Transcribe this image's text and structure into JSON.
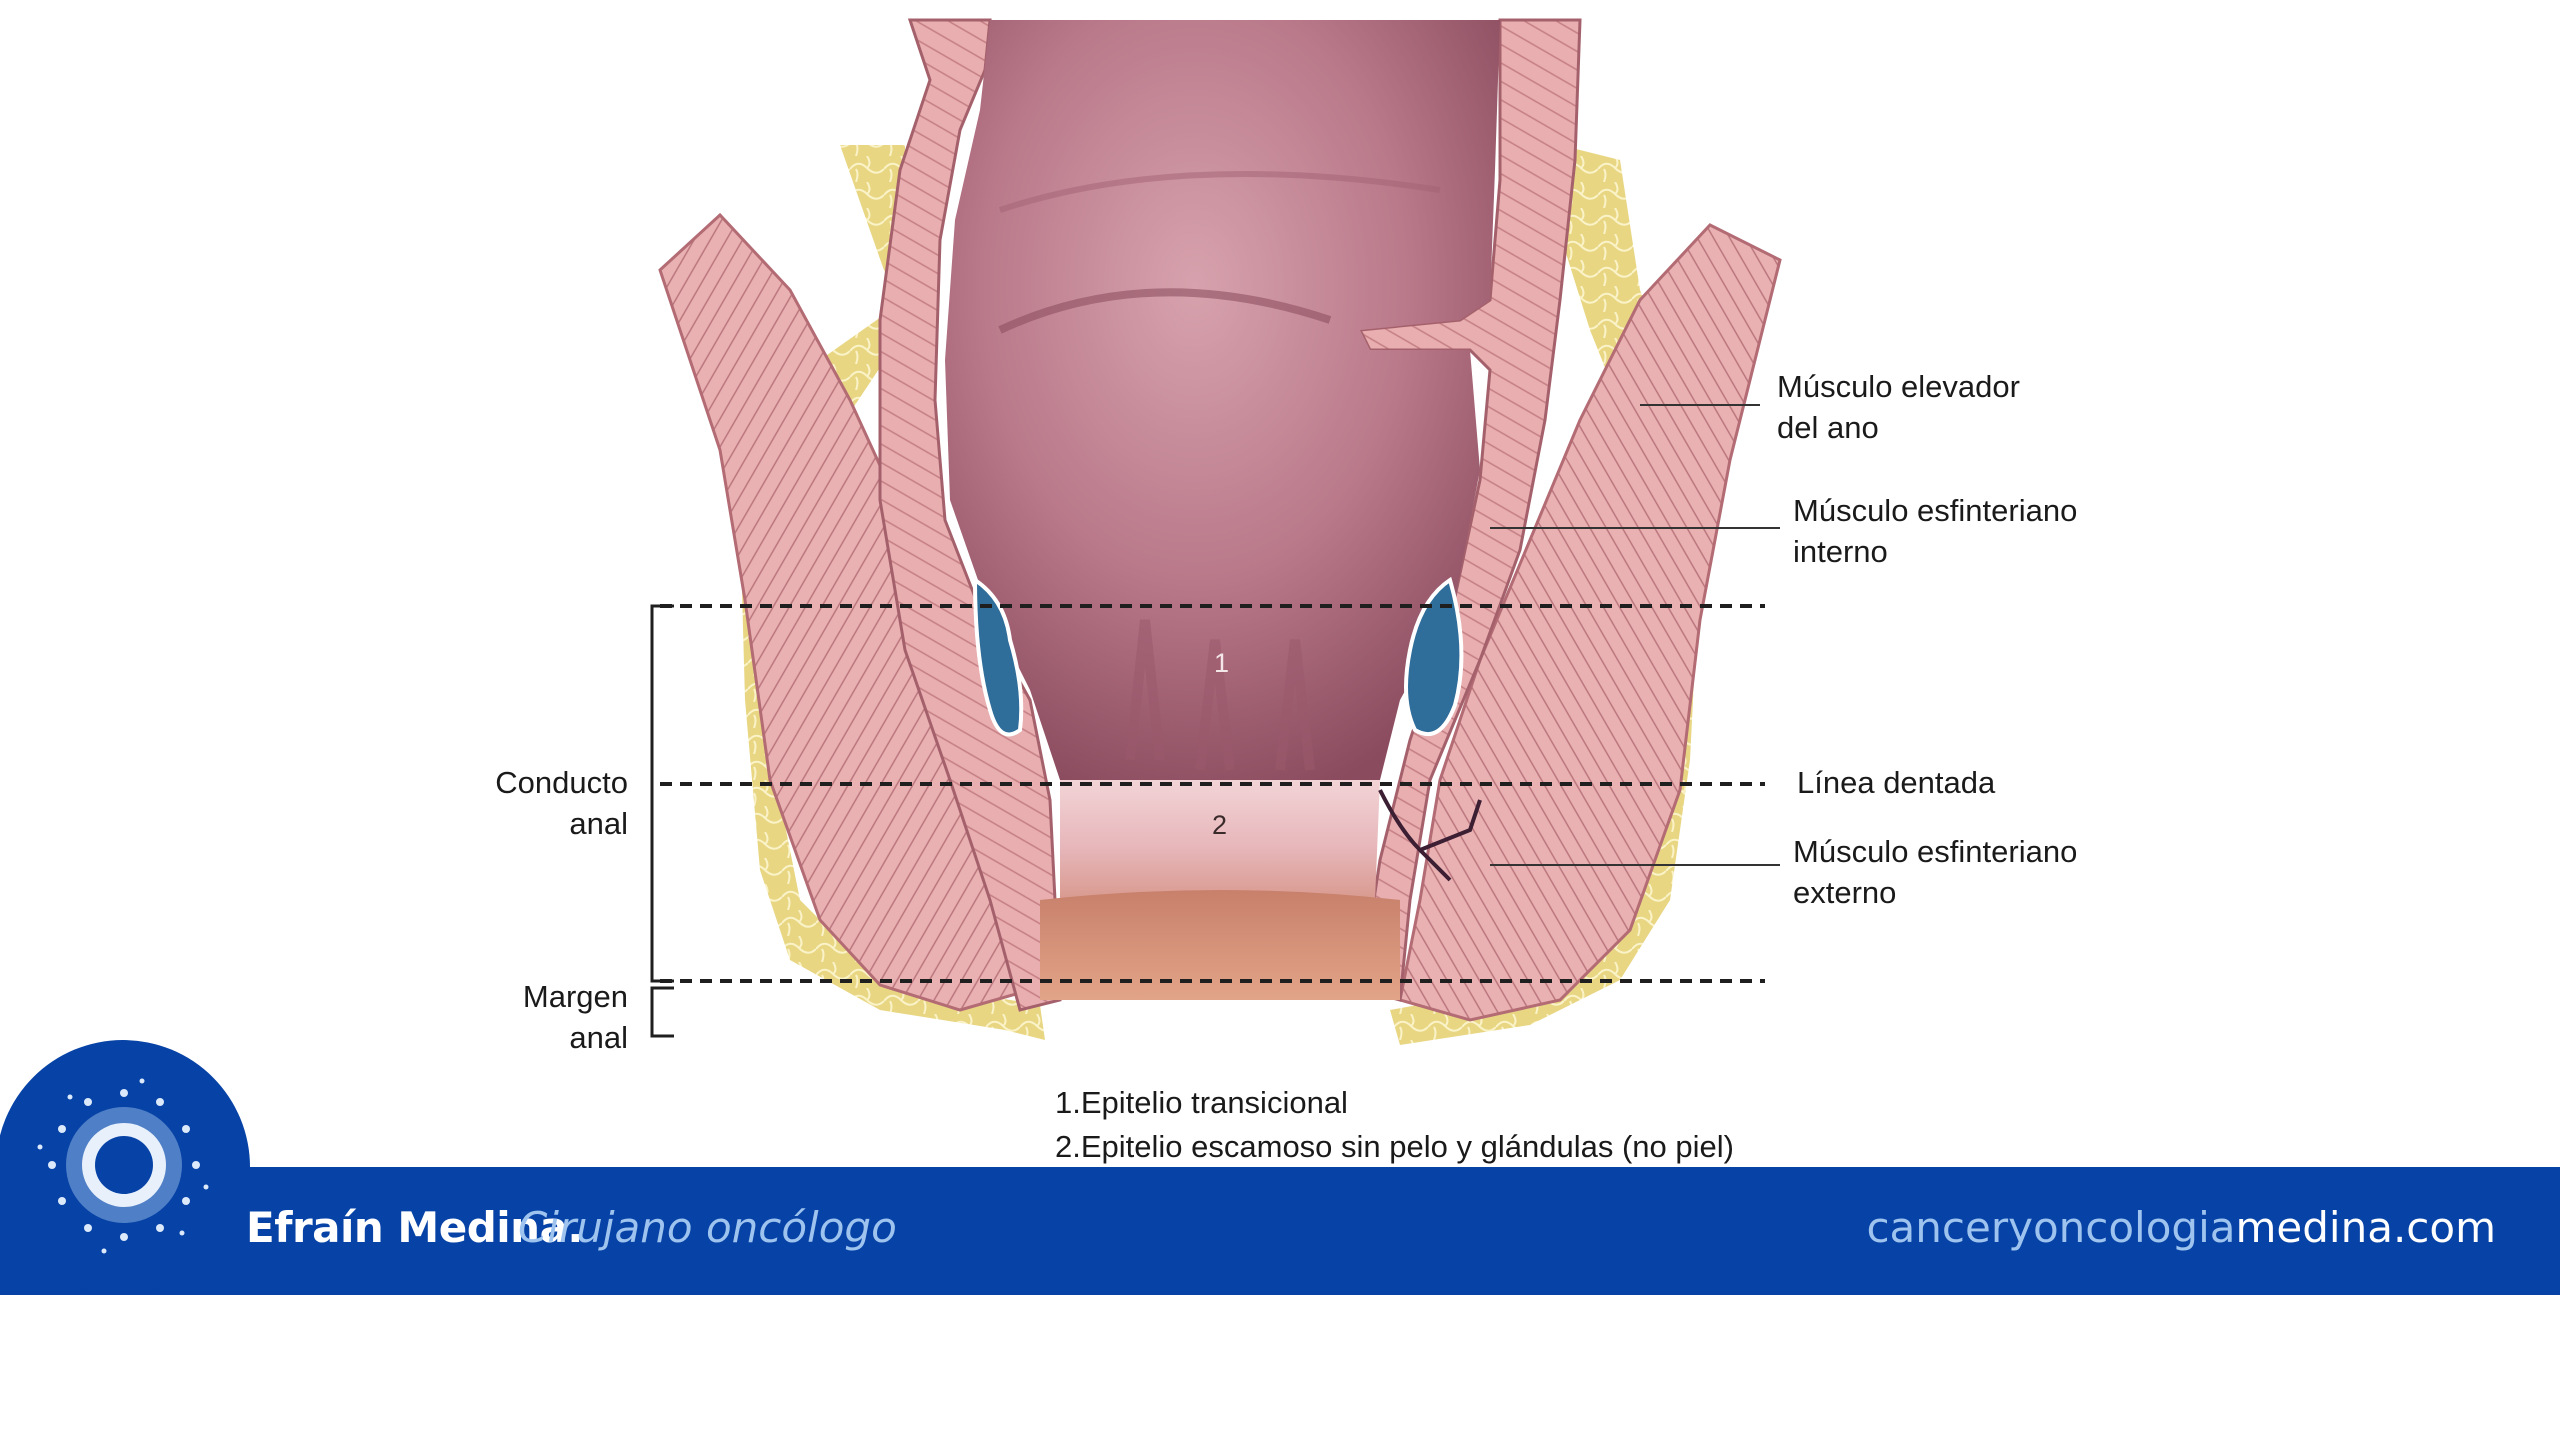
{
  "labels": {
    "levator": [
      "Músculo elevador",
      "del ano"
    ],
    "internal_sphincter": [
      "Músculo esfinteriano",
      "interno"
    ],
    "dentate_line": "Línea dentada",
    "external_sphincter": [
      "Músculo esfinteriano",
      "externo"
    ],
    "anal_canal": [
      "Conducto",
      "anal"
    ],
    "anal_margin": [
      "Margen",
      "anal"
    ]
  },
  "zones": {
    "zone1": "1",
    "zone2": "2"
  },
  "legend": {
    "item1": "1.Epitelio transicional",
    "item2": "2.Epitelio escamoso sin pelo y glándulas (no piel)"
  },
  "footer": {
    "name": "Efraín Medina.",
    "role": "Cirujano oncólogo",
    "url_part1": "canceryoncologia",
    "url_part2": "medina.com",
    "logo": "dotted-ring-logo-icon"
  },
  "colors": {
    "brand_blue": "#0743a6",
    "accent_light_blue": "#9dc3ee",
    "fat": "#e6d37a",
    "muscle": "#e7a9ac",
    "mucosa": "#b06b7d"
  }
}
